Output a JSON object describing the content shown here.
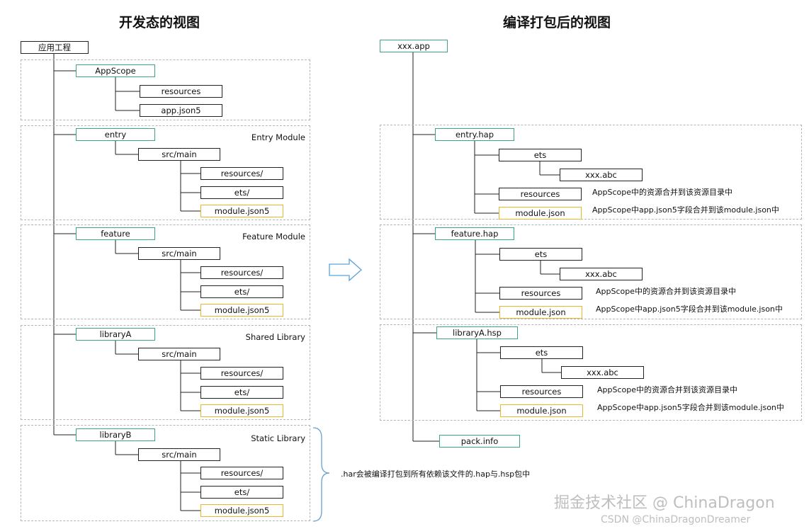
{
  "left_title": "开发态的视图",
  "right_title": "编译打包后的视图",
  "left": {
    "root": "应用工程",
    "appscope": {
      "name": "AppScope",
      "children": [
        "resources",
        "app.json5"
      ]
    },
    "modules": [
      {
        "name": "entry",
        "type_label": "Entry Module",
        "src": "src/main",
        "children": [
          "resources/",
          "ets/",
          "module.json5"
        ]
      },
      {
        "name": "feature",
        "type_label": "Feature Module",
        "src": "src/main",
        "children": [
          "resources/",
          "ets/",
          "module.json5"
        ]
      },
      {
        "name": "libraryA",
        "type_label": "Shared Library",
        "src": "src/main",
        "children": [
          "resources/",
          "ets/",
          "module.json5"
        ]
      },
      {
        "name": "libraryB",
        "type_label": "Static Library",
        "src": "src/main",
        "children": [
          "resources/",
          "ets/",
          "module.json5"
        ]
      }
    ],
    "har_note": ".har会被编译打包到所有依赖该文件的.hap与.hsp包中"
  },
  "right": {
    "root": "xxx.app",
    "packages": [
      {
        "name": "entry.hap",
        "ets": "ets",
        "abc": "xxx.abc",
        "resources": "resources",
        "module_json": "module.json",
        "res_note": "AppScope中的资源合并到该资源目录中",
        "json_note": "AppScope中app.json5字段合并到该module.json中"
      },
      {
        "name": "feature.hap",
        "ets": "ets",
        "abc": "xxx.abc",
        "resources": "resources",
        "module_json": "module.json",
        "res_note": "AppScope中的资源合并到该资源目录中",
        "json_note": "AppScope中app.json5字段合并到该module.json中"
      },
      {
        "name": "libraryA.hsp",
        "ets": "ets",
        "abc": "xxx.abc",
        "resources": "resources",
        "module_json": "module.json",
        "res_note": "AppScope中的资源合并到该资源目录中",
        "json_note": "AppScope中app.json5字段合并到该module.json中"
      }
    ],
    "pack_info": "pack.info"
  },
  "watermarks": [
    "掘金技术社区 @ ChinaDragon",
    "CSDN @ChinaDragonDreamer"
  ],
  "colors": {
    "module_border": "#3aa58b",
    "config_border": "#e8b828",
    "arrow": "#5aa3d9",
    "bracket": "#6a9fd3",
    "group_border": "#b5b5b5"
  }
}
